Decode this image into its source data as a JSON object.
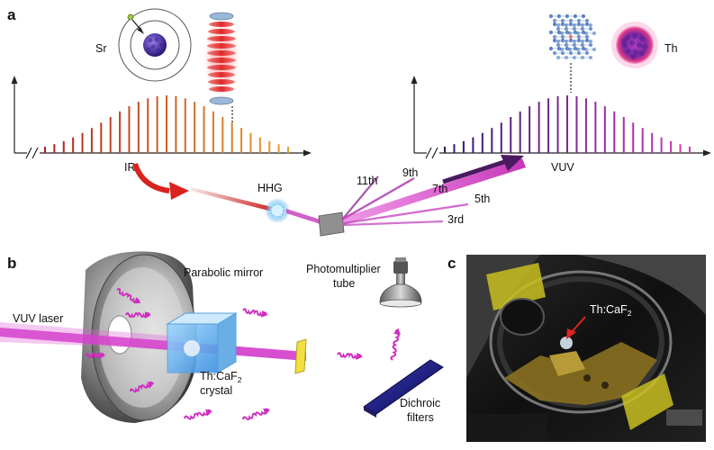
{
  "panels": {
    "a": {
      "letter": "a",
      "atom_left": "Sr",
      "atom_right": "Th",
      "ir": "IR",
      "vuv": "VUV",
      "hhg": "HHG",
      "harmonics": [
        "11th",
        "9th",
        "7th",
        "5th",
        "3rd"
      ]
    },
    "b": {
      "letter": "b",
      "parabolic_mirror": "Parabolic mirror",
      "vuv_laser": "VUV laser",
      "pmt_line1": "Photomultiplier",
      "pmt_line2": "tube",
      "crystal_line1": "Th:CaF",
      "crystal_sub": "2",
      "crystal_line2": "crystal",
      "dichroic_line1": "Dichroic",
      "dichroic_line2": "filters"
    },
    "c": {
      "letter": "c",
      "label": "Th:CaF",
      "label_sub": "2"
    }
  },
  "colors": {
    "ir_start": "#b0201c",
    "ir_end": "#e8a030",
    "vuv_start": "#2a1870",
    "vuv_end": "#d03ab8",
    "magenta": "#d02ec0",
    "red_arrow": "#d8231f"
  }
}
